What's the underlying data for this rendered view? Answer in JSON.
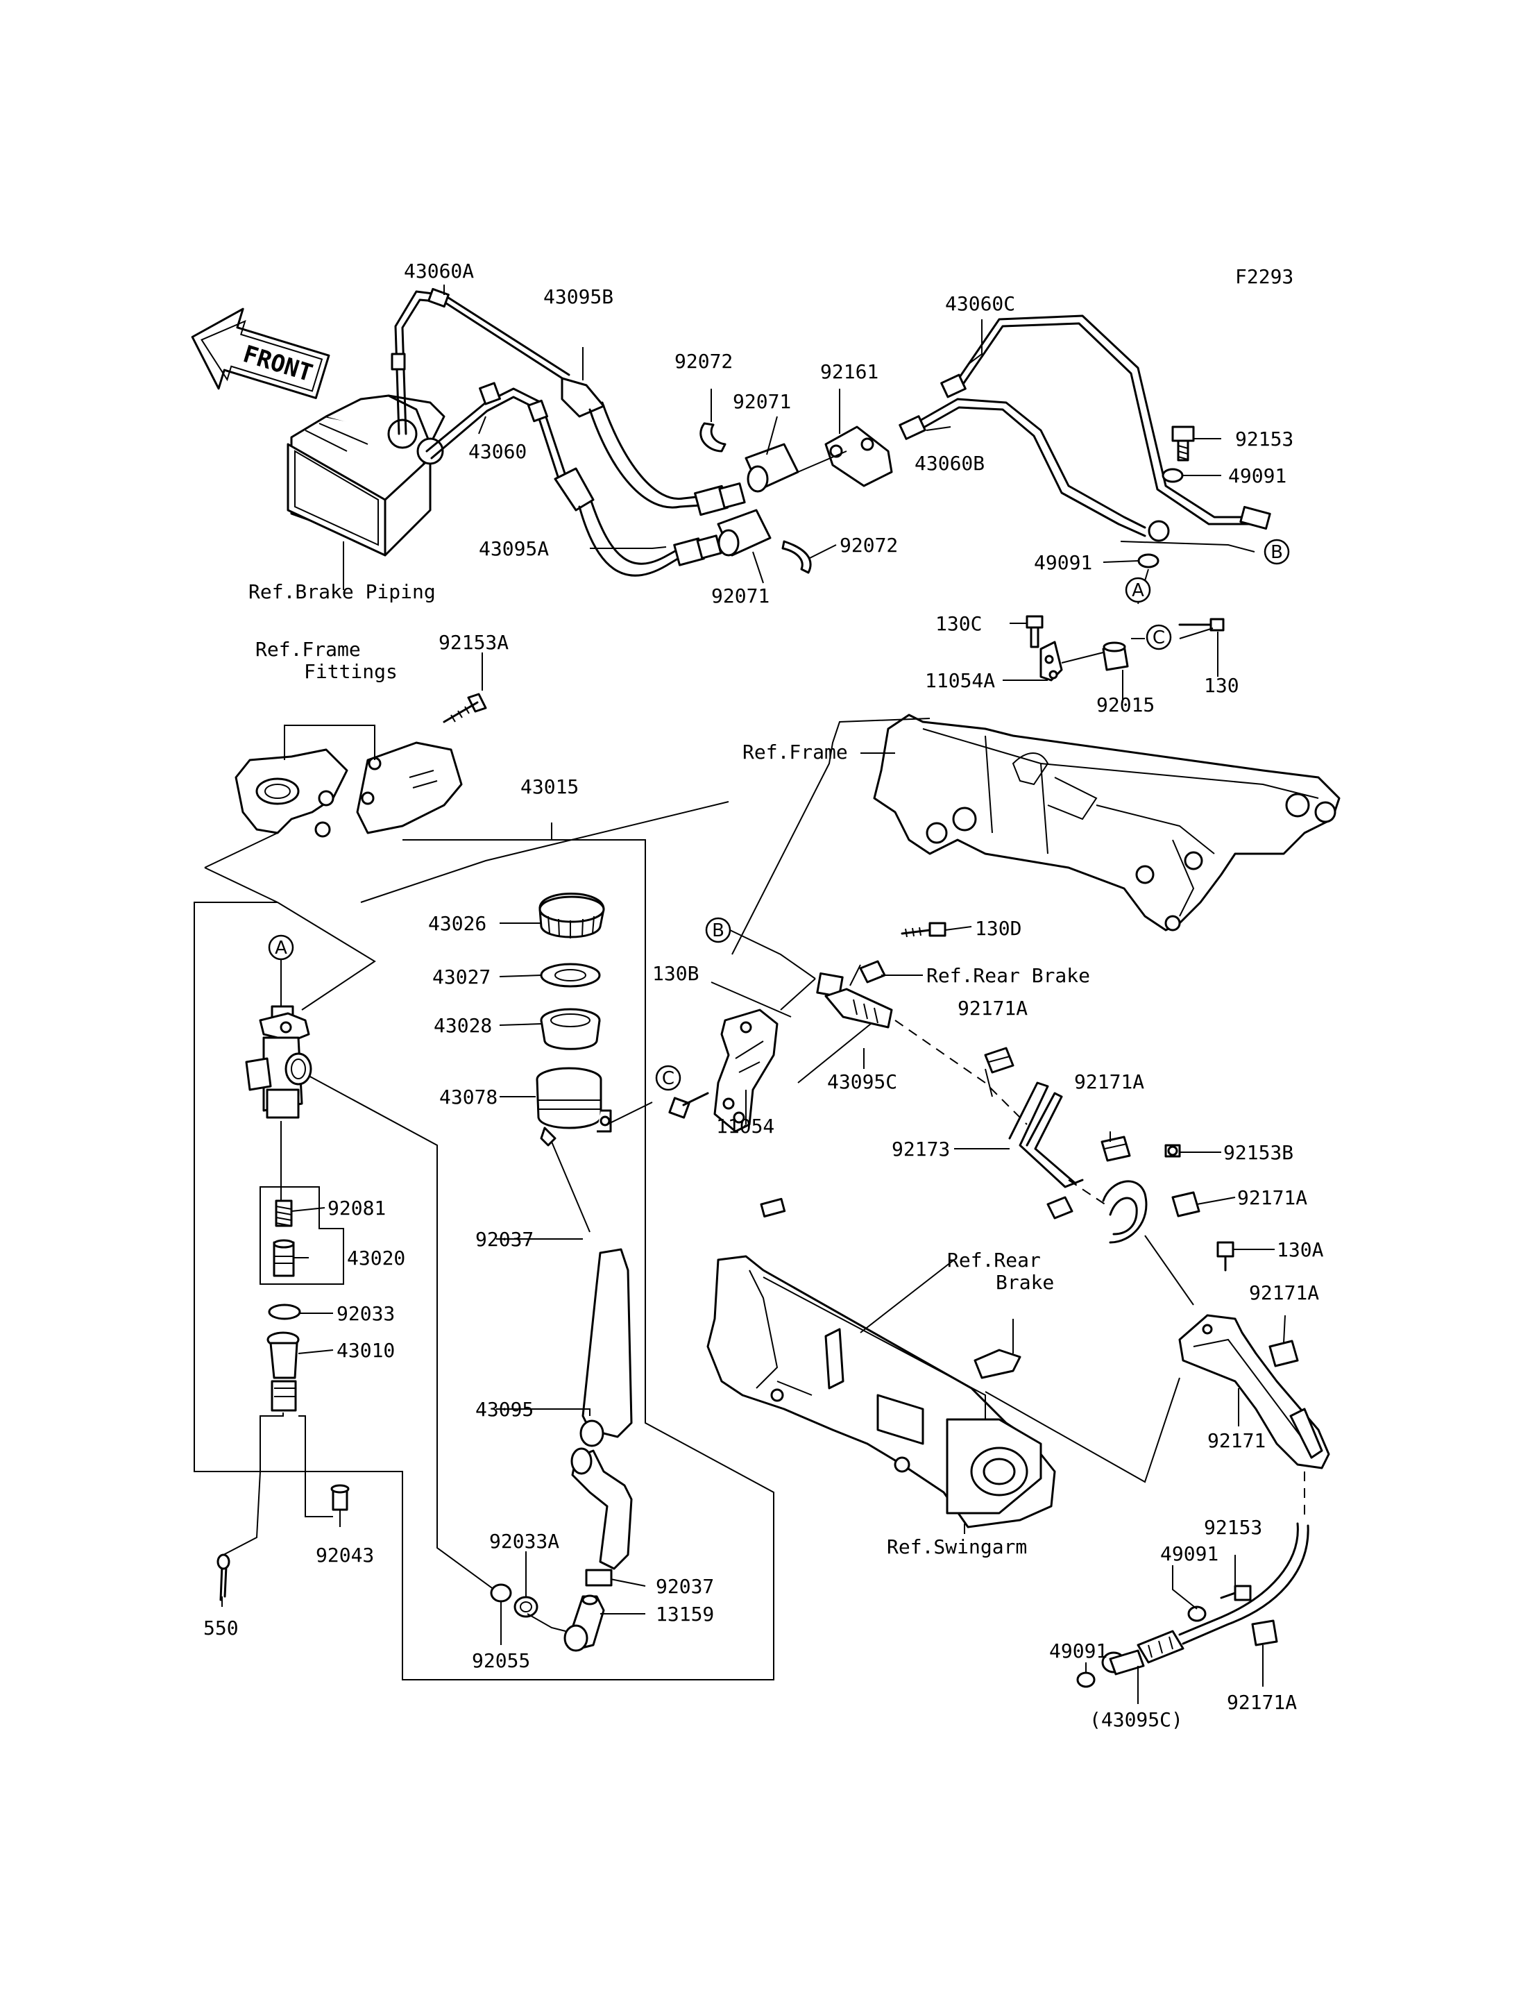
{
  "figure_id": "F2293",
  "front_arrow_label": "FRONT",
  "callouts": {
    "A": "A",
    "B": "B",
    "C": "C"
  },
  "ref_labels": {
    "brake_piping": "Ref.Brake Piping",
    "frame_fittings_line1": "Ref.Frame",
    "frame_fittings_line2": "Fittings",
    "frame": "Ref.Frame",
    "rear_brake_upper": "Ref.Rear Brake",
    "rear_brake_lower_line1": "Ref.Rear",
    "rear_brake_lower_line2": "Brake",
    "swingarm": "Ref.Swingarm"
  },
  "parts": {
    "p43060A": "43060A",
    "p43095B": "43095B",
    "p92072a": "92072",
    "p92161": "92161",
    "p43060C": "43060C",
    "p92071a": "92071",
    "p43060": "43060",
    "p43060B": "43060B",
    "p92153a": "92153",
    "p49091a": "49091",
    "p43095A": "43095A",
    "p92072b": "92072",
    "p92071b": "92071",
    "p49091b": "49091",
    "p130C": "130C",
    "p11054A": "11054A",
    "p92015": "92015",
    "p130": "130",
    "p92153A": "92153A",
    "p43015": "43015",
    "p43026": "43026",
    "p43027": "43027",
    "p43028": "43028",
    "p43078": "43078",
    "p130D": "130D",
    "p130B": "130B",
    "p11054": "11054",
    "p43095C": "43095C",
    "p92171A_1": "92171A",
    "p92171A_2": "92171A",
    "p92173": "92173",
    "p92153B": "92153B",
    "p92171A_3": "92171A",
    "p130A": "130A",
    "p92171A_4": "92171A",
    "p92171": "92171",
    "p92081": "92081",
    "p43020": "43020",
    "p92033": "92033",
    "p43010": "43010",
    "p92037a": "92037",
    "p43095": "43095",
    "p92043": "92043",
    "p550": "550",
    "p92033A": "92033A",
    "p92037b": "92037",
    "p13159": "13159",
    "p92055": "92055",
    "p92153c": "92153",
    "p49091c": "49091",
    "p49091d": "49091",
    "p43095C_paren": "(43095C)",
    "p92171A_5": "92171A"
  }
}
